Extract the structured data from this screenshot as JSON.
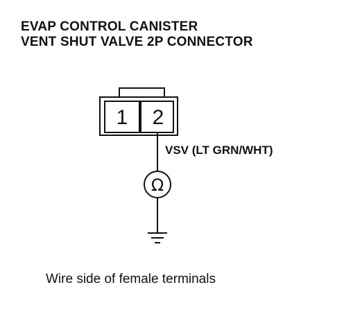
{
  "title": {
    "line1": "EVAP CONTROL CANISTER",
    "line2": "VENT SHUT VALVE 2P CONNECTOR"
  },
  "connector": {
    "terminals": [
      "1",
      "2"
    ]
  },
  "wire": {
    "label": "VSV (LT GRN/WHT)"
  },
  "meter": {
    "symbol": "Ω",
    "icon": "ohmmeter-icon"
  },
  "ground": {
    "icon": "ground-symbol-icon"
  },
  "caption": "Wire side of female terminals"
}
